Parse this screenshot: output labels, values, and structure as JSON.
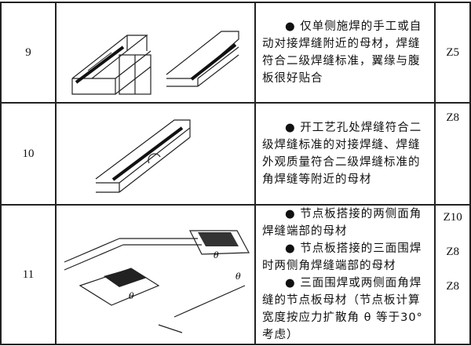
{
  "rows": [
    {
      "no": "9",
      "items": [
        {
          "text": "● 仅单侧施焊的手工或自动对接焊缝附近的母材，焊缝符合二级焊缝标准，翼缘与腹板很好贴合",
          "cat": "Z5"
        }
      ]
    },
    {
      "no": "10",
      "items": [
        {
          "text": "● 开工艺孔处焊缝符合二级焊缝标准的对接焊缝、焊缝外观质量符合二级焊缝标准的角焊缝等附近的母材",
          "cat": "Z8"
        }
      ]
    },
    {
      "no": "11",
      "items": [
        {
          "text": "● 节点板搭接的两侧面角焊缝端部的母材",
          "cat": "Z10"
        },
        {
          "text": "● 节点板搭接的三面围焊时两侧角焊缝端部的母材",
          "cat": "Z8"
        },
        {
          "text": "● 三面围焊或两侧面角焊缝的节点板母材（节点板计算宽度按应力扩散角 θ 等于30°考虑）",
          "cat": "Z8"
        }
      ],
      "figure_labels": [
        "θ",
        "θ",
        "θ"
      ]
    }
  ]
}
